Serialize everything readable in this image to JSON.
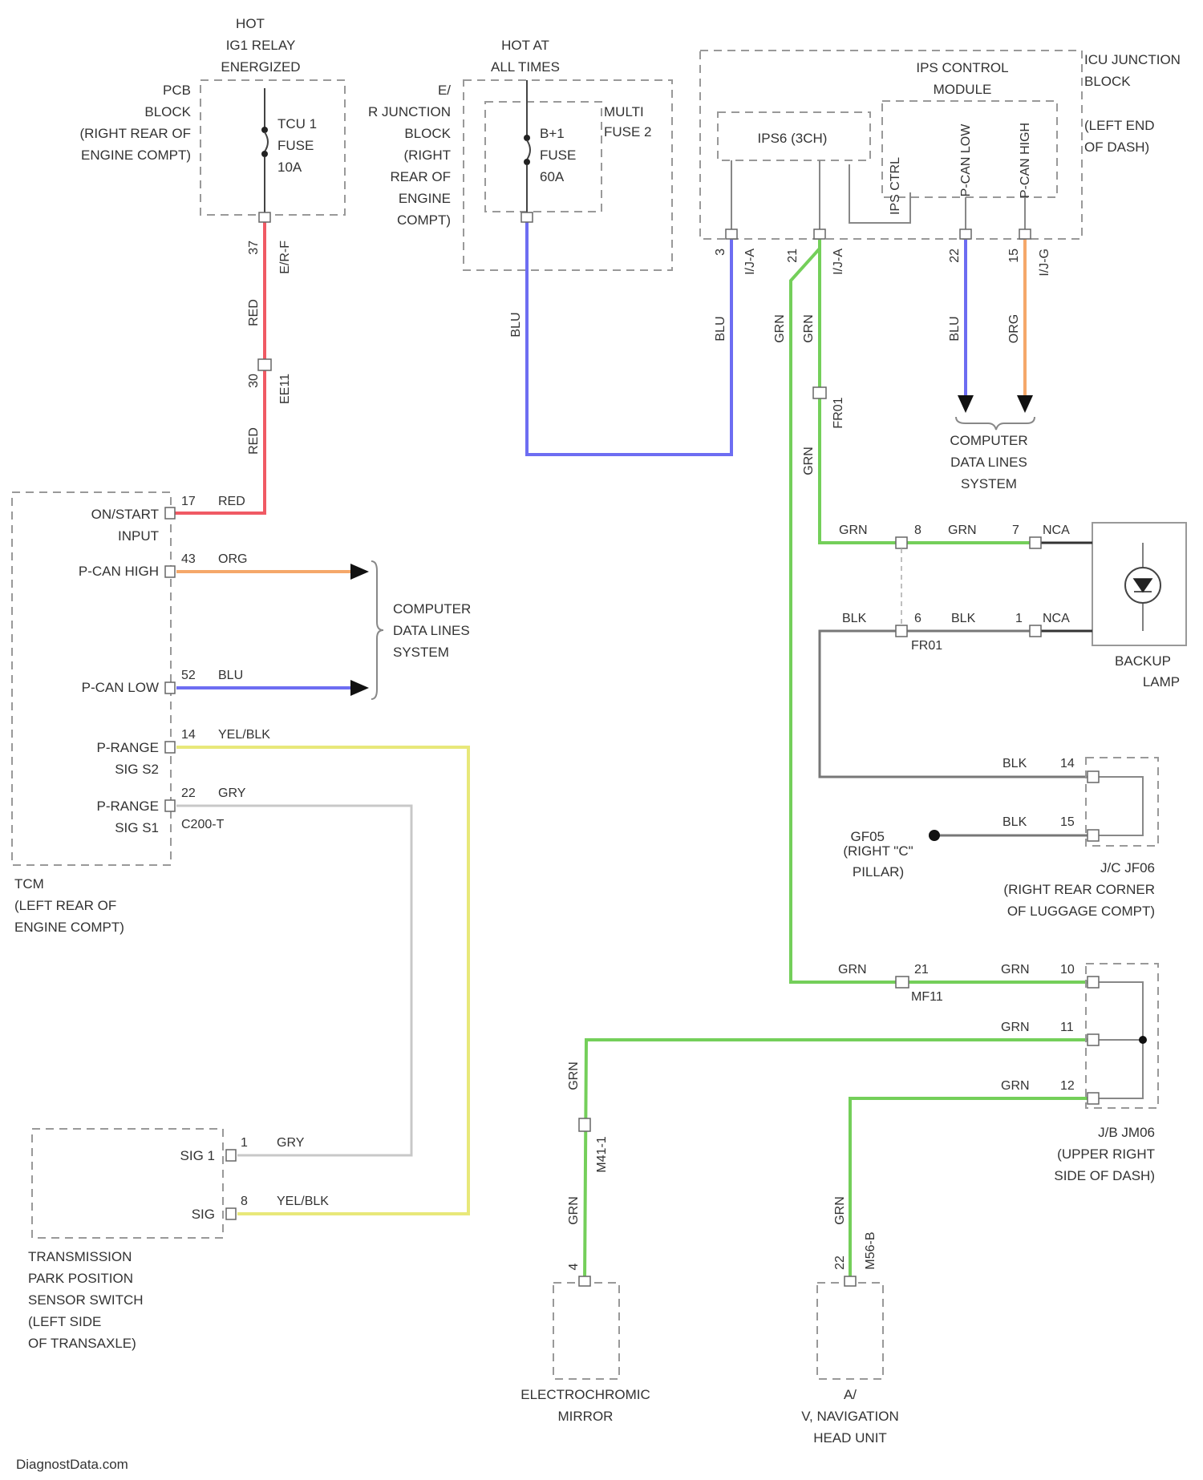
{
  "power": {
    "hot_relay": [
      "HOT",
      "IG1 RELAY",
      "ENERGIZED"
    ],
    "pcb_block": [
      "PCB",
      "BLOCK",
      "(RIGHT REAR OF",
      "ENGINE COMPT)"
    ],
    "tcu_fuse": [
      "TCU 1",
      "FUSE",
      "10A"
    ],
    "hot_all_times": [
      "HOT AT",
      "ALL TIMES"
    ],
    "ej_block": [
      "E/",
      "R JUNCTION",
      "BLOCK",
      "(RIGHT",
      "REAR OF",
      "ENGINE",
      "COMPT)"
    ],
    "multi_fuse": [
      "MULTI",
      "FUSE 2"
    ],
    "b1_fuse": [
      "B+1",
      "FUSE",
      "60A"
    ]
  },
  "icu": {
    "ips_module": [
      "IPS CONTROL",
      "MODULE"
    ],
    "junction": [
      "ICU JUNCTION",
      "BLOCK"
    ],
    "location": [
      "(LEFT END",
      "OF DASH)"
    ],
    "ips6": "IPS6 (3CH)",
    "pins": [
      "IPS CTRL",
      "P-CAN LOW",
      "P-CAN HIGH"
    ]
  },
  "wires": {
    "red": "RED",
    "blu": "BLU",
    "grn": "GRN",
    "org": "ORG",
    "yelblk": "YEL/BLK",
    "gry": "GRY",
    "blk": "BLK",
    "nca": "NCA"
  },
  "pin_numbers": {
    "tcu_fuse_out": "37",
    "tcu_fuse_conn": "E/R-F",
    "mid_inline": "30",
    "mid_inline_conn": "EE11",
    "icu_blu": "3",
    "icu_blu_conn": "I/J-A",
    "icu_grn": "21",
    "icu_grn_conn": "I/J-A",
    "icu_can_low": "22",
    "icu_can_high": "15",
    "icu_can_conn": "I/J-G",
    "fr_inline": "FR01",
    "tcm_onstart": "17",
    "tcm_canh": "43",
    "tcm_canl": "52",
    "tcm_p1": "14",
    "tcm_p2": "22",
    "tcm_conn": "C200-T",
    "fr_grn_a": "8",
    "fr_grn_b": "7",
    "fr_blk_a": "6",
    "fr_blk_b": "1",
    "jc_blk1": "14",
    "jc_blk2": "15",
    "mf_pin": "21",
    "mf_conn": "MF11",
    "jb_grn1": "10",
    "jb_grn2": "11",
    "jb_grn3": "12",
    "mirror_pin": "4",
    "mirror_conn": "M41-1",
    "nav_pin": "22",
    "nav_conn": "M56-B",
    "tp_sig1": "1",
    "tp_sig2": "8"
  },
  "tcm": {
    "onstart": [
      "ON/START",
      "INPUT"
    ],
    "canh": "P-CAN HIGH",
    "canl": "P-CAN LOW",
    "prange2": [
      "P-RANGE",
      "SIG S2"
    ],
    "prange1": [
      "P-RANGE",
      "SIG S1"
    ],
    "name": [
      "TCM",
      "(LEFT REAR OF",
      "ENGINE COMPT)"
    ]
  },
  "data_lines": [
    "COMPUTER",
    "DATA LINES",
    "SYSTEM"
  ],
  "backup_lamp": [
    "BACKUP",
    "LAMP"
  ],
  "ground": {
    "id": "GF05",
    "loc": [
      "(RIGHT \"C\"",
      "PILLAR)"
    ]
  },
  "jc": [
    "J/C JF06",
    "(RIGHT REAR CORNER",
    "OF LUGGAGE COMPT)"
  ],
  "jb": [
    "J/B JM06",
    "(UPPER RIGHT",
    "SIDE OF DASH)"
  ],
  "tp_sensor": {
    "sig1": "SIG 1",
    "sig2": "SIG",
    "name": [
      "TRANSMISSION",
      "PARK POSITION",
      "SENSOR SWITCH",
      "(LEFT SIDE",
      "OF TRANSAXLE)"
    ]
  },
  "mirror": [
    "ELECTROCHROMIC",
    "MIRROR"
  ],
  "nav": [
    "A/",
    "V, NAVIGATION",
    "HEAD UNIT"
  ],
  "watermark": "DiagnostData.com"
}
